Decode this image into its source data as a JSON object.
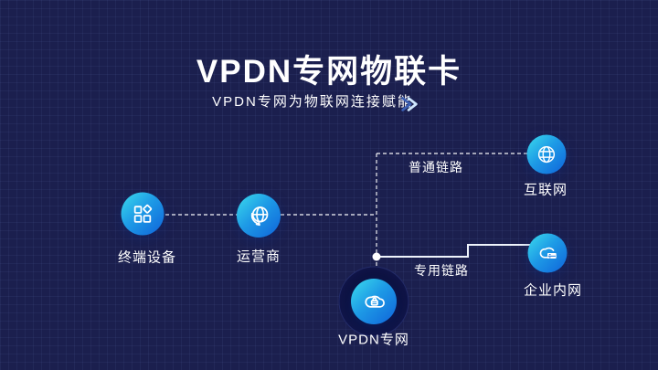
{
  "page": {
    "background_color": "#1b1f4e",
    "node_gradient": [
      "#3bdcec",
      "#0f63da"
    ],
    "line_color": "#ffffff"
  },
  "header": {
    "title": "VPDN专网物联卡",
    "subtitle": "VPDN专网为物联网连接赋能",
    "subtitle_icon": "double-chevron-right-icon",
    "chevron_colors": [
      "#3b5fb3",
      "#cfe8ff"
    ]
  },
  "diagram": {
    "nodes": [
      {
        "id": "terminal",
        "label": "终端设备",
        "icon": "app-grid-icon"
      },
      {
        "id": "carrier",
        "label": "运营商",
        "icon": "globe-arrow-icon"
      },
      {
        "id": "vpdn",
        "label": "VPDN专网",
        "icon": "cloud-lock-icon"
      },
      {
        "id": "internet",
        "label": "互联网",
        "icon": "globe-icon"
      },
      {
        "id": "intranet",
        "label": "企业内网",
        "icon": "cloud-server-icon"
      }
    ],
    "links": [
      {
        "id": "normal-link",
        "label": "普通链路",
        "style": "dashed",
        "from": "vpdn-junction",
        "to": "internet"
      },
      {
        "id": "dedicated-link",
        "label": "专用链路",
        "style": "solid",
        "from": "vpdn-junction",
        "to": "intranet"
      }
    ]
  }
}
